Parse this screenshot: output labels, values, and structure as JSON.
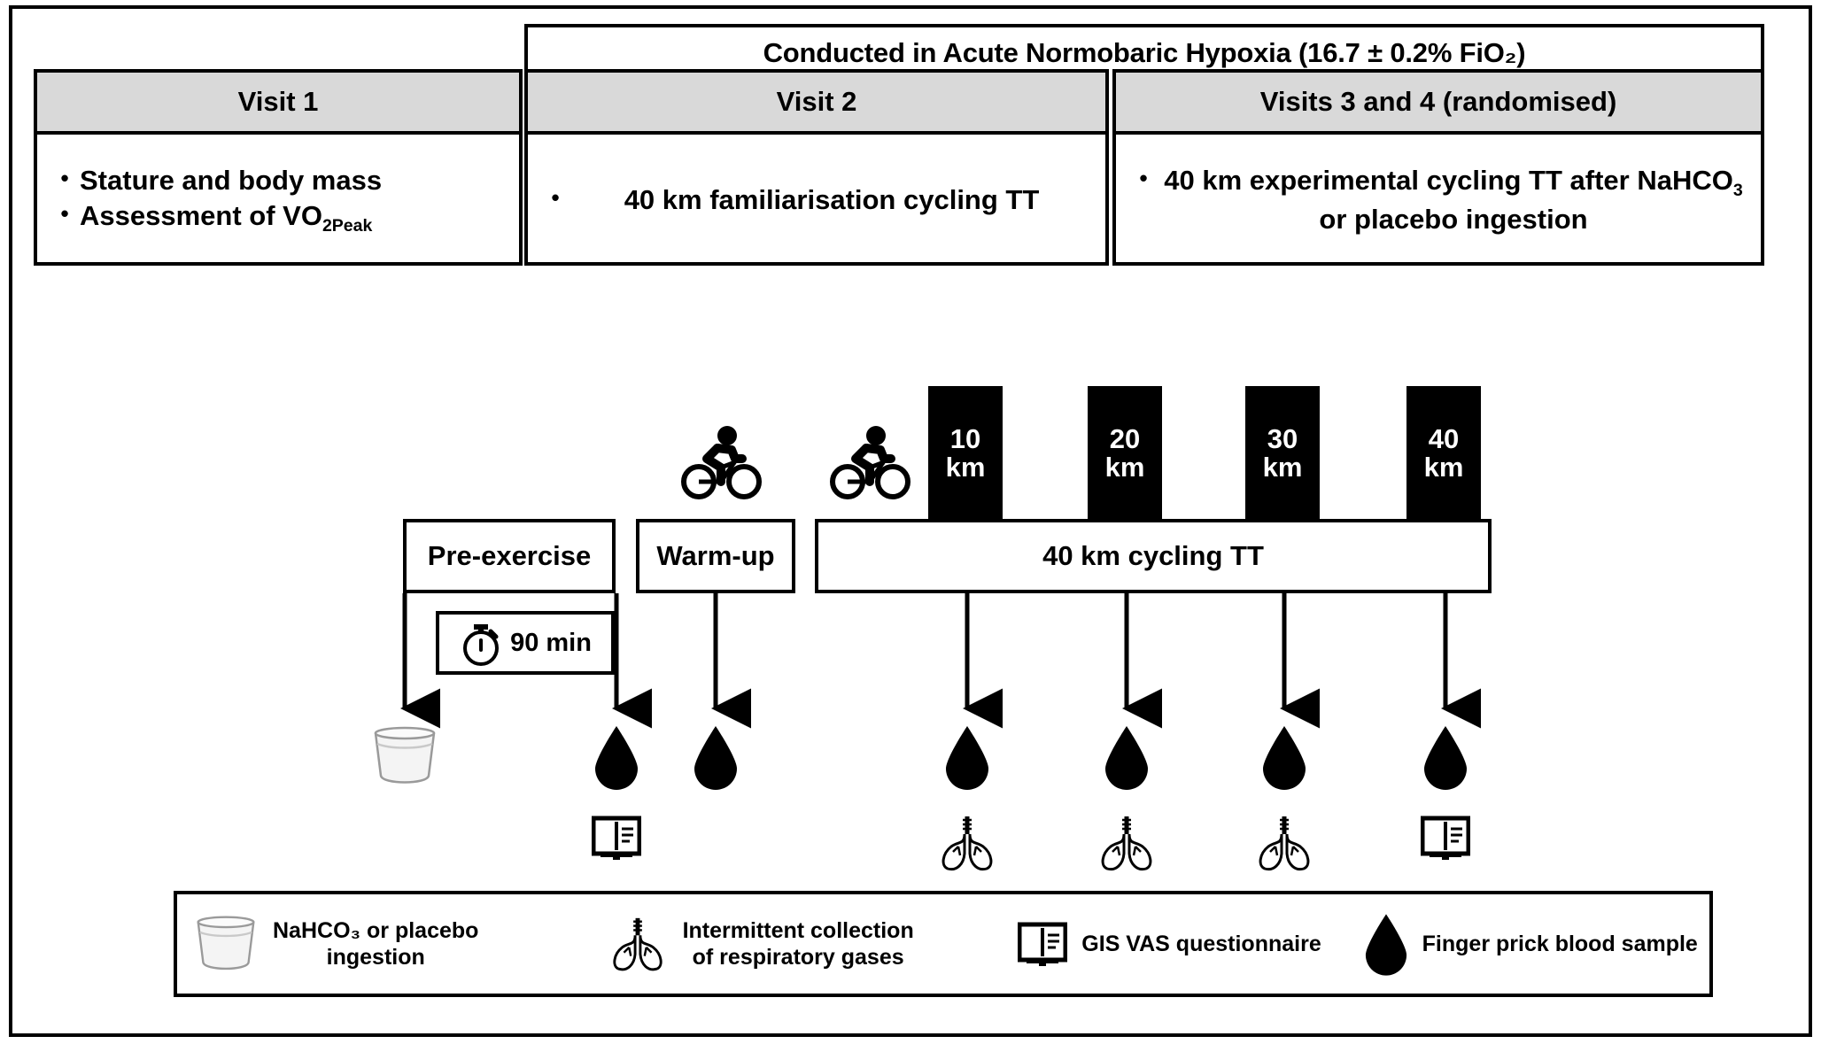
{
  "figure": {
    "hypoxia_banner": "Conducted in Acute Normobaric Hypoxia (16.7 ± 0.2% FiO₂)",
    "colors": {
      "header_fill": "#d9d9d9",
      "line": "#000000",
      "km_box_fill": "#000000",
      "km_box_text": "#ffffff",
      "background": "#ffffff"
    }
  },
  "visits": [
    {
      "header": "Visit 1",
      "bullets": [
        {
          "text_before": "Stature and body mass",
          "sub": "",
          "text_after": ""
        },
        {
          "text_before": "Assessment of VO",
          "sub": "2Peak",
          "text_after": ""
        }
      ]
    },
    {
      "header": "Visit 2",
      "bullets": [
        {
          "text_before": "40 km familiarisation cycling TT",
          "sub": "",
          "text_after": ""
        }
      ]
    },
    {
      "header": "Visits 3 and 4 (randomised)",
      "bullets": [
        {
          "text_before": "40 km experimental cycling TT after NaHCO",
          "sub": "3",
          "text_after": " or placebo ingestion"
        }
      ]
    }
  ],
  "timeline": {
    "phases": [
      {
        "label": "Pre-exercise"
      },
      {
        "label": "Warm-up"
      },
      {
        "label": "40 km cycling TT"
      }
    ],
    "timer": {
      "label": "90 min",
      "icon": "stopwatch-icon"
    },
    "distance_markers": [
      {
        "number": "10",
        "unit": "km"
      },
      {
        "number": "20",
        "unit": "km"
      },
      {
        "number": "30",
        "unit": "km"
      },
      {
        "number": "40",
        "unit": "km"
      }
    ],
    "sample_points": [
      {
        "position": "pre-ingestion",
        "icons": [
          "cup-icon"
        ]
      },
      {
        "position": "pre-exercise",
        "icons": [
          "blood-drop-icon",
          "book-icon"
        ]
      },
      {
        "position": "warm-up",
        "icons": [
          "blood-drop-icon"
        ]
      },
      {
        "position": "10 km",
        "icons": [
          "blood-drop-icon",
          "lungs-icon"
        ]
      },
      {
        "position": "20 km",
        "icons": [
          "blood-drop-icon",
          "lungs-icon"
        ]
      },
      {
        "position": "30 km",
        "icons": [
          "blood-drop-icon",
          "lungs-icon"
        ]
      },
      {
        "position": "40 km",
        "icons": [
          "blood-drop-icon",
          "book-icon"
        ]
      }
    ],
    "cyclists": [
      "cyclist-icon",
      "cyclist-icon"
    ]
  },
  "legend": [
    {
      "icon": "cup-icon",
      "line1": "NaHCO₃ or placebo",
      "line2": "ingestion"
    },
    {
      "icon": "lungs-icon",
      "line1": "Intermittent collection",
      "line2": "of respiratory gases"
    },
    {
      "icon": "book-icon",
      "line1": "GIS VAS questionnaire",
      "line2": ""
    },
    {
      "icon": "blood-drop-icon",
      "line1": "Finger prick blood sample",
      "line2": ""
    }
  ]
}
